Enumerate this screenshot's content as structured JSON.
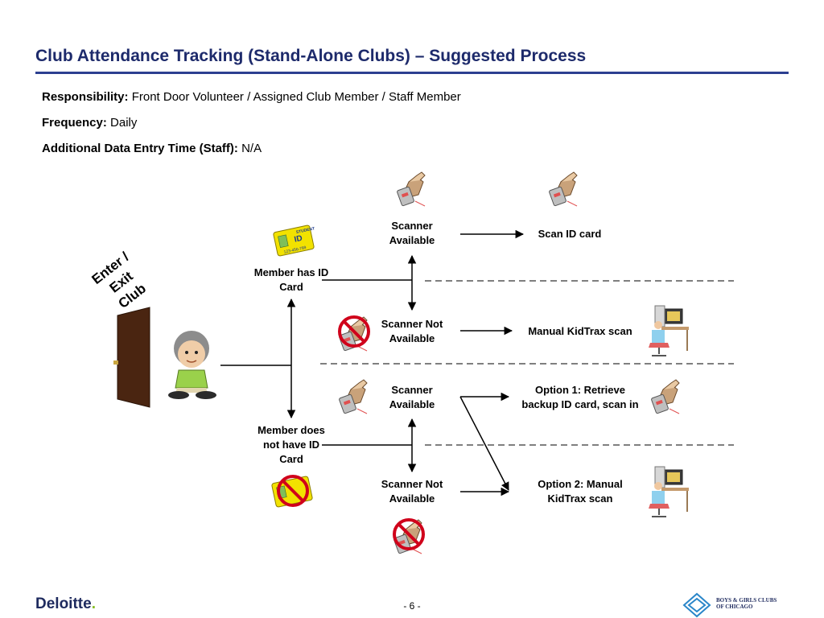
{
  "title": "Club Attendance Tracking (Stand-Alone Clubs) – Suggested Process",
  "meta": {
    "responsibility_label": "Responsibility:",
    "responsibility_value": "Front Door Volunteer / Assigned Club Member / Staff Member",
    "frequency_label": "Frequency:",
    "frequency_value": "Daily",
    "data_entry_label": "Additional Data Entry Time (Staff):",
    "data_entry_value": "N/A"
  },
  "diagram": {
    "enter_exit_line1": "Enter /",
    "enter_exit_line2": "Exit",
    "enter_exit_line3": "Club",
    "member_has_id_1": "Member has ID",
    "member_has_id_2": "Card",
    "member_no_id_1": "Member does",
    "member_no_id_2": "not have ID",
    "member_no_id_3": "Card",
    "scanner_available_1": "Scanner",
    "scanner_available_2": "Available",
    "scanner_not_available_1": "Scanner Not",
    "scanner_not_available_2": "Available",
    "scan_id_card": "Scan ID card",
    "manual_kidtrax_scan": "Manual KidTrax scan",
    "option1_line1": "Option 1: Retrieve",
    "option1_line2": "backup ID card, scan in",
    "option2_line1": "Option 2: Manual",
    "option2_line2": "KidTrax scan",
    "id_card_top": "STUDENT",
    "id_card_main": "ID",
    "id_card_number": "123-456-789",
    "icons": [
      "scanner-icon",
      "id-card-icon",
      "computer-user-icon",
      "no-scanner-icon",
      "no-id-card-icon",
      "door-icon",
      "boy-icon"
    ]
  },
  "footer": {
    "brand": "Deloitte",
    "brand_dot": ".",
    "page_number": "- 6 -",
    "logo_line1": "BOYS & GIRLS CLUBS",
    "logo_line2": "OF CHICAGO"
  },
  "colors": {
    "title": "#1d2a6b",
    "rule": "#2c3f91",
    "deloitte_green": "#86bc25",
    "prohibited_red": "#d0021b"
  }
}
